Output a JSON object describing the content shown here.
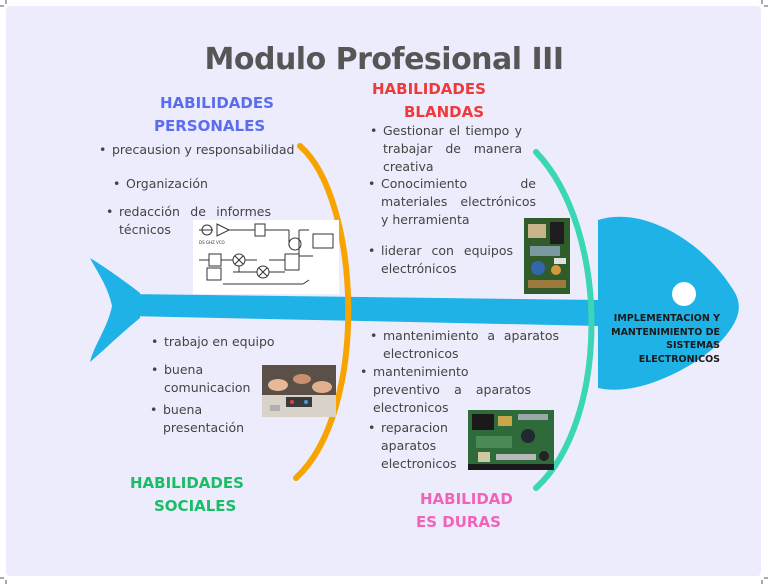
{
  "title": "Modulo Profesional III",
  "colors": {
    "fish": "#1fb2e7",
    "arc_orange": "#f7a400",
    "arc_teal": "#3ad6b5",
    "personales": "#5b6cf0",
    "blandas": "#ee3a3a",
    "sociales": "#19bd66",
    "duras": "#f263b8",
    "background": "#ececfc"
  },
  "head": {
    "text": [
      "IMPLEMENTACION Y",
      "MANTENIMIENTO DE",
      "SISTEMAS",
      "ELECTRONICOS"
    ]
  },
  "categories": {
    "personales": {
      "title": [
        "HABILIDADES",
        "PERSONALES"
      ],
      "items": [
        "precausion y responsabilidad",
        "Organización",
        "redacción de informes técnicos"
      ]
    },
    "blandas": {
      "title": [
        "HABILIDADES",
        "BLANDAS"
      ],
      "items": [
        "Gestionar el tiempo y trabajar de manera creativa",
        "Conocimiento de materiales electrónicos y herramienta",
        "liderar con equipos electrónicos"
      ]
    },
    "sociales": {
      "title": [
        "HABILIDADES",
        "SOCIALES"
      ],
      "items": [
        "trabajo en equipo",
        "buena comunicacion",
        "buena presentación"
      ]
    },
    "duras": {
      "title": [
        "HABILIDAD",
        "ES DURAS"
      ],
      "items": [
        "mantenimiento a aparatos electronicos",
        "mantenimiento preventivo a aparatos electronicos",
        "reparacion aparatos electronicos"
      ]
    }
  },
  "images": {
    "circuit": "circuit-diagram-image",
    "components": "electronic-components-photo",
    "team": "team-hands-photo",
    "board": "circuit-board-photo"
  }
}
